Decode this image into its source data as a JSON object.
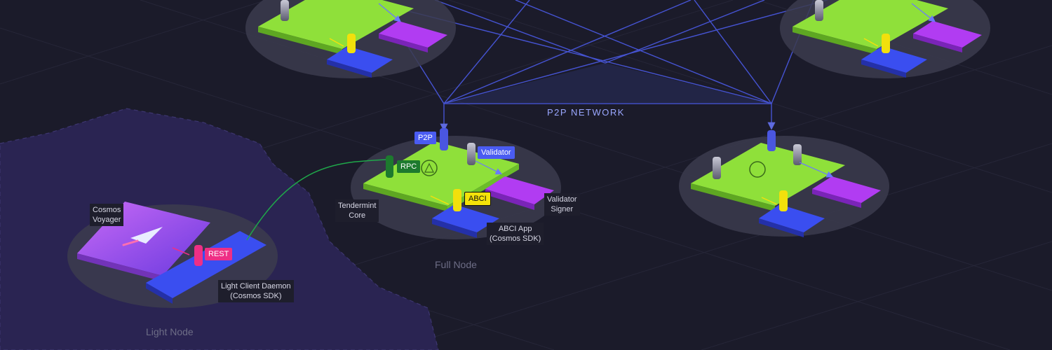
{
  "network": {
    "label": "P2P NETWORK"
  },
  "full_node": {
    "caption": "Full Node",
    "tags": {
      "p2p": "P2P",
      "validator": "Validator",
      "rpc": "RPC",
      "abci": "ABCI"
    },
    "labels": {
      "tendermint": "Tendermint\nCore",
      "signer": "Validator\nSigner",
      "abci_app": "ABCI App\n(Cosmos SDK)"
    }
  },
  "light_node": {
    "caption": "Light Node",
    "tags": {
      "rest": "REST"
    },
    "labels": {
      "voyager": "Cosmos\nVoyager",
      "daemon": "Light Client Daemon\n(Cosmos SDK)"
    }
  },
  "colors": {
    "background": "#1b1b2a",
    "network_blue": "#4d5df0",
    "core_green": "#8fe03a",
    "abci_blue": "#3a4ef0",
    "signer_purple": "#b13cf2",
    "voyager_purple": "#b55af0",
    "rpc_link_green": "#1fa84a",
    "abci_yellow": "#f2e00c",
    "rest_pink": "#ee2f86"
  },
  "icons": [
    "cosmos-logo-icon",
    "paper-plane-icon",
    "connector-cylinder-icon"
  ]
}
